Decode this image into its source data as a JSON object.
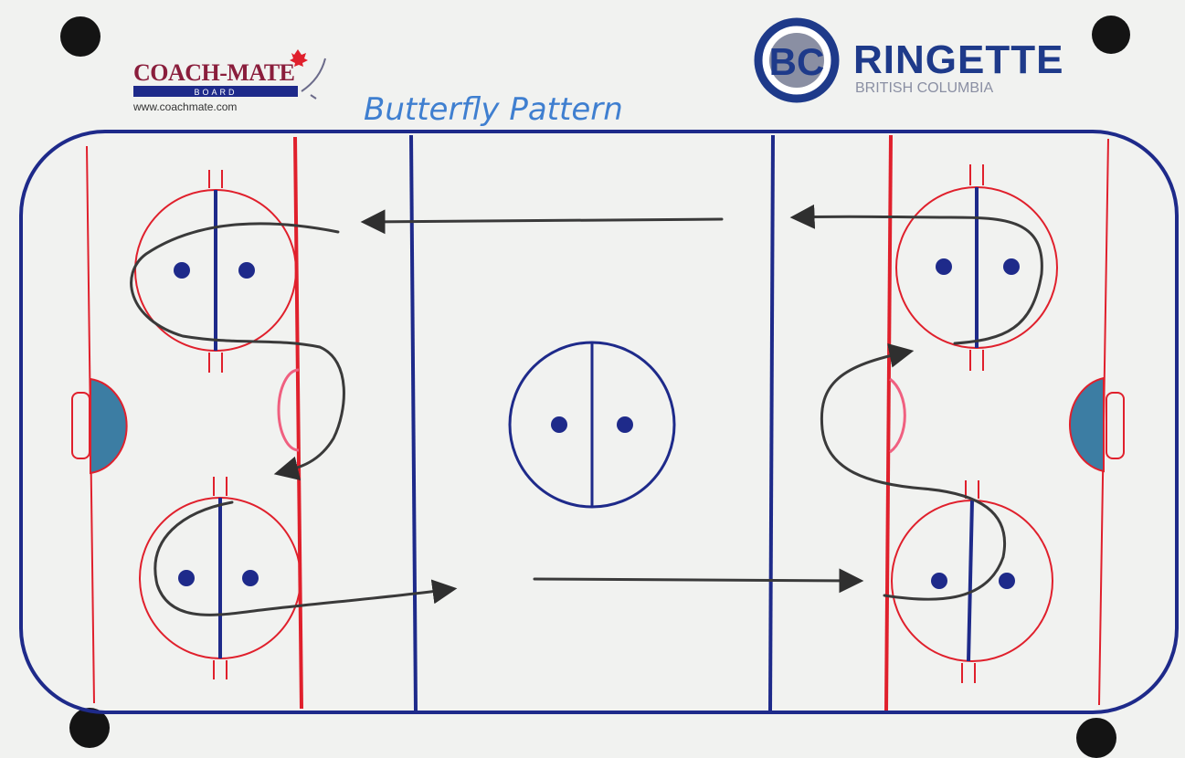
{
  "board": {
    "title": "Butterfly Pattern",
    "colors": {
      "board_bg": "#f1f2f0",
      "rink_border": "#1e2a8a",
      "red_line": "#e0202c",
      "blue_line": "#1e2a8a",
      "crease_fill": "#3c7da3",
      "drill_ink": "#3a3a3a",
      "title_ink": "#3f7fd0",
      "magnet": "#141414"
    }
  },
  "logos": {
    "coachmate": {
      "name": "COACH-MATE",
      "sub": "BOARD",
      "url": "www.coachmate.com",
      "colors": {
        "text": "#8a1e3c",
        "bar": "#1e2a8a"
      }
    },
    "ringette": {
      "monogram": "BC",
      "name": "RINGETTE",
      "region": "BRITISH COLUMBIA",
      "colors": {
        "name": "#1e3a8a",
        "region": "#8a8fa3"
      }
    }
  }
}
